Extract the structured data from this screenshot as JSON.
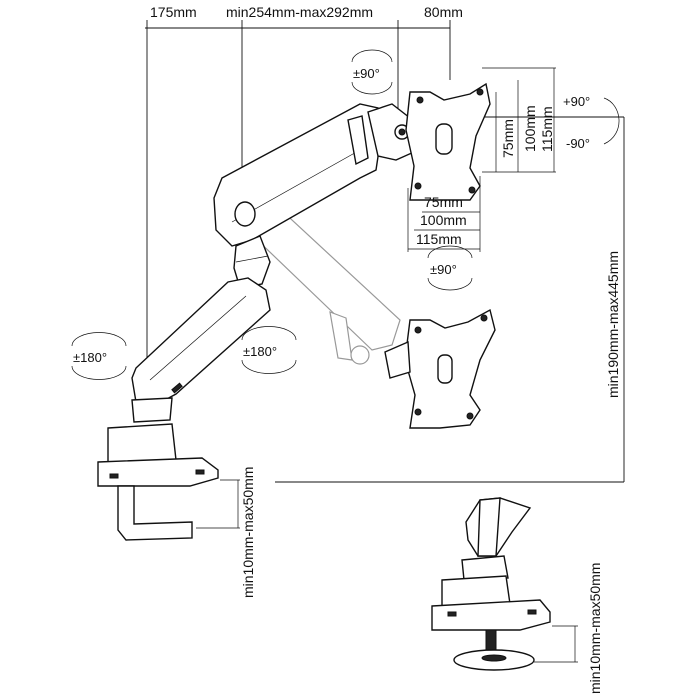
{
  "dimensions": {
    "top_left": "175mm",
    "top_middle": "min254mm-max292mm",
    "top_right": "80mm",
    "vesa_h_75": "75mm",
    "vesa_h_100": "100mm",
    "vesa_h_115": "115mm",
    "vesa_v_75": "75mm",
    "vesa_v_100": "100mm",
    "vesa_v_115": "115mm",
    "height_range": "min190mm-max445mm",
    "clamp_range": "min10mm-max50mm",
    "grommet_range": "min10mm-max50mm"
  },
  "rotations": {
    "swivel_top": "±90°",
    "tilt_up": "+90°",
    "tilt_down": "-90°",
    "rotate_bottom": "±90°",
    "base_left": "±180°",
    "elbow": "±180°"
  }
}
